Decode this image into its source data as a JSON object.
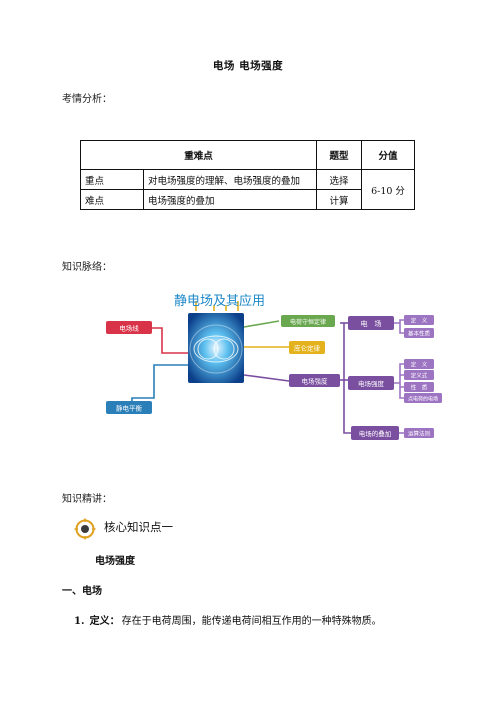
{
  "doc": {
    "title": "电场 电场强度",
    "analysis_label": "考情分析：",
    "knowledge_label": "知识脉络：",
    "explain_label": "知识精讲："
  },
  "table": {
    "headers": [
      "重难点",
      "题型",
      "分值"
    ],
    "rows": [
      {
        "kind": "重点",
        "content": "对电场强度的理解、电场强度的叠加",
        "type": "选择"
      },
      {
        "kind": "难点",
        "content": "电场强度的叠加",
        "type": "计算"
      }
    ],
    "score": "6-10 分"
  },
  "mindmap": {
    "central": "静电场及其应用",
    "left_top": "电场线",
    "left_bottom": "静电平衡",
    "mid_1": "电荷守恒定律",
    "mid_2": "库仑定律",
    "mid_3": "电场强度",
    "r_field": "电　场",
    "r_strength": "电场强度",
    "r_superpose": "电场的叠加",
    "leaf_def": "定　义",
    "leaf_basic": "基本性质",
    "leaf_def2": "定　义",
    "leaf_formula": "定义式",
    "leaf_nature": "性　质",
    "leaf_point": "点电荷的电场",
    "leaf_rule": "运算法则",
    "colors": {
      "red": "#d9334a",
      "blue": "#2a7fb8",
      "green": "#6aa84f",
      "yellow": "#e3b21c",
      "purple": "#7a4fa0",
      "light_purple": "#9d74c2"
    }
  },
  "section": {
    "icon": "target-icon",
    "title": "核心知识点一",
    "subtitle": "电场强度",
    "heading": "一、电场",
    "item_number": "1.",
    "item_label": "定义：",
    "item_text": "存在于电荷周围，能传递电荷间相互作用的一种特殊物质。"
  }
}
